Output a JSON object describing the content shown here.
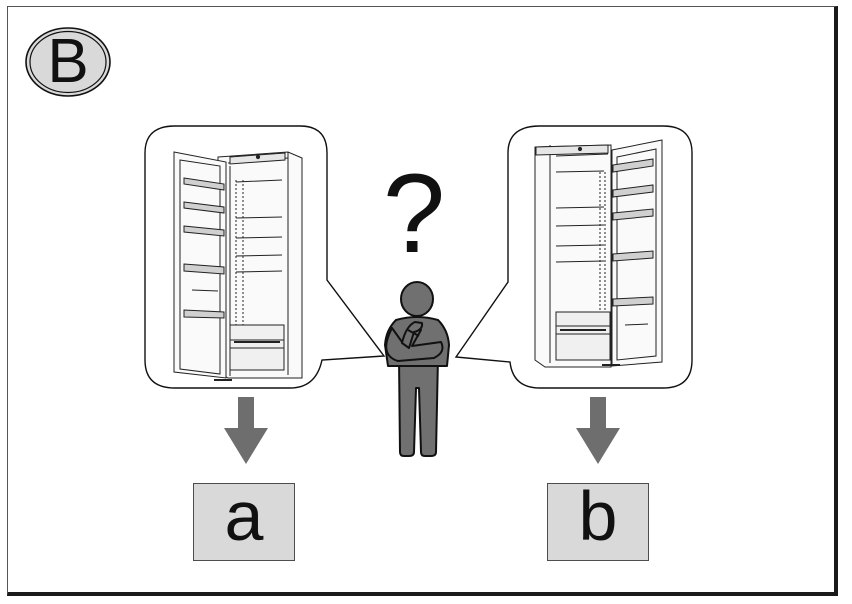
{
  "badge": {
    "letter": "B"
  },
  "question_mark": "?",
  "options": [
    {
      "id": "a",
      "label": "a"
    },
    {
      "id": "b",
      "label": "b"
    }
  ],
  "colors": {
    "arrow": "#6e6e6e",
    "figure": "#6e6e6e",
    "badge_fill": "#d9d9d9",
    "option_fill": "#d9d9d9",
    "outline": "#1a1a1a"
  },
  "icons": [
    "question-mark-icon",
    "thinking-person-icon",
    "down-arrow-icon",
    "fridge-door-left-icon",
    "fridge-door-right-icon"
  ]
}
